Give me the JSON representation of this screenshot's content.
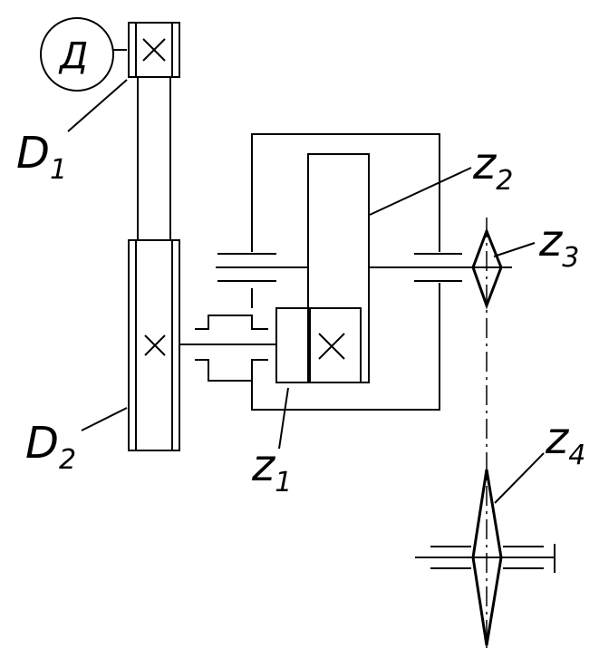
{
  "labels": {
    "motor": "Д",
    "d1": "D",
    "d1_sub": "1",
    "d2": "D",
    "d2_sub": "2",
    "z1": "z",
    "z1_sub": "1",
    "z2": "z",
    "z2_sub": "2",
    "z3": "z",
    "z3_sub": "3",
    "z4": "z",
    "z4_sub": "4"
  }
}
